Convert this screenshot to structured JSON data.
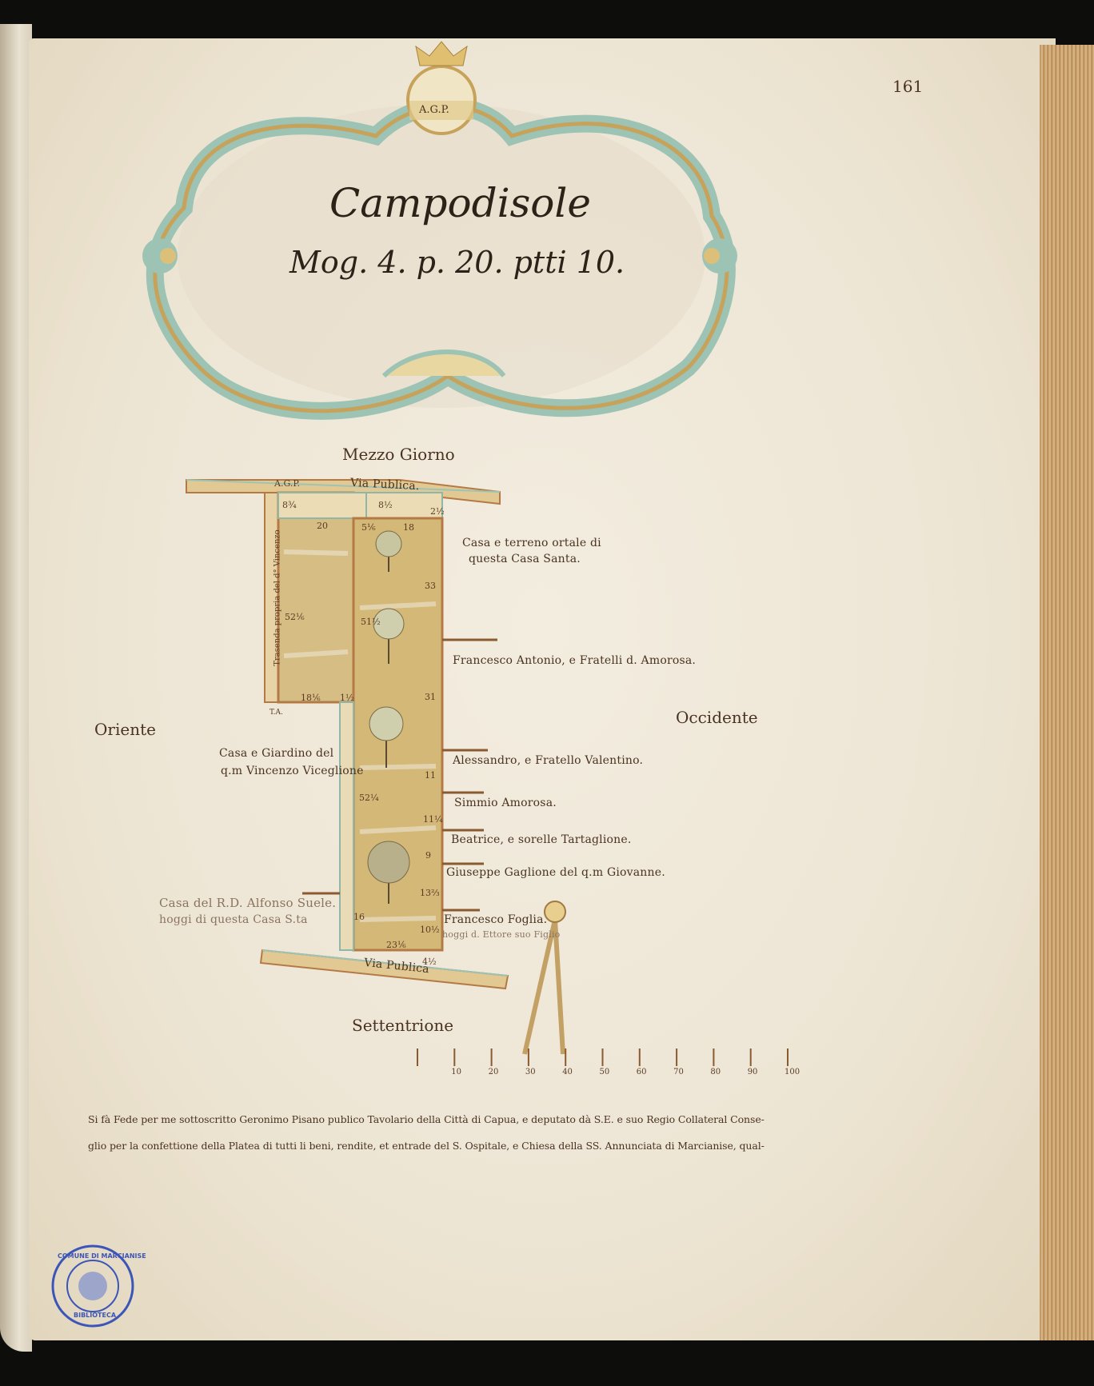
{
  "page_number": "161",
  "cartouche": {
    "monogram": "A.G.P.",
    "title": "Campodisole",
    "measure": "Mog. 4. p. 20. ptti 10."
  },
  "directions": {
    "south": "Mezzo Giorno",
    "north": "Settentrione",
    "east": "Oriente",
    "west": "Occidente"
  },
  "roads": {
    "top": "Via Publica.",
    "bottom": "Via Publica"
  },
  "map_marks": {
    "top_monogram": "A.G.P.",
    "corner_mark": "T.A.",
    "side_path": "Trasenda propria del d° Vincenzo"
  },
  "neighbors": {
    "casa_santa": [
      "Casa e terreno ortale di",
      "questa Casa Santa."
    ],
    "amorosa": "Francesco Antonio, e Fratelli d. Amorosa.",
    "valentino": "Alessandro, e Fratello Valentino.",
    "simmio": "Simmio Amorosa.",
    "tartaglione": "Beatrice, e sorelle Tartaglione.",
    "gaglione": "Giuseppe Gaglione del q.m Giovanne.",
    "foglia": [
      "Francesco Foglia.",
      "hoggi d. Ettore suo Figlio"
    ],
    "viceglione": [
      "Casa e Giardino del",
      "q.m Vincenzo Viceglione"
    ],
    "suele": [
      "Casa del R.D. Alfonso Suele.",
      "hoggi di questa Casa S.ta"
    ]
  },
  "parcel_numbers": {
    "n1": "8¾",
    "n2": "8½",
    "n3": "2½",
    "n4": "20",
    "n5": "5⅙",
    "n6": "18",
    "n7": "33",
    "n8": "52⅙",
    "n9": "51½",
    "n10": "18⅙",
    "n11": "1½",
    "n12": "31",
    "n13": "11",
    "n14": "52¼",
    "n15": "11¼",
    "n16": "9",
    "n17": "13⅔",
    "n18": "16",
    "n19": "10½",
    "n20": "23⅙",
    "n21": "4½"
  },
  "scale": {
    "labels": [
      "10",
      "20",
      "30",
      "40",
      "50",
      "60",
      "70",
      "80",
      "90",
      "100"
    ]
  },
  "attestation": [
    "Si fà Fede per me sottoscritto Geronimo Pisano publico Tavolario della Città di Capua, e deputato dà S.E. e suo Regio Collateral Conse-",
    "glio per la confettione della Platea di tutti li beni, rendite, et entrade del S. Ospitale, e Chiesa della SS. Annunciata di Marcianise, qual-"
  ],
  "stamp": {
    "top": "COMUNE DI MARCIANISE",
    "bottom": "BIBLIOTECA"
  },
  "colors": {
    "ink": "#4a3220",
    "wash": "#c9ad6e",
    "teal": "#9cc3b4",
    "paper": "#efe8d8"
  }
}
